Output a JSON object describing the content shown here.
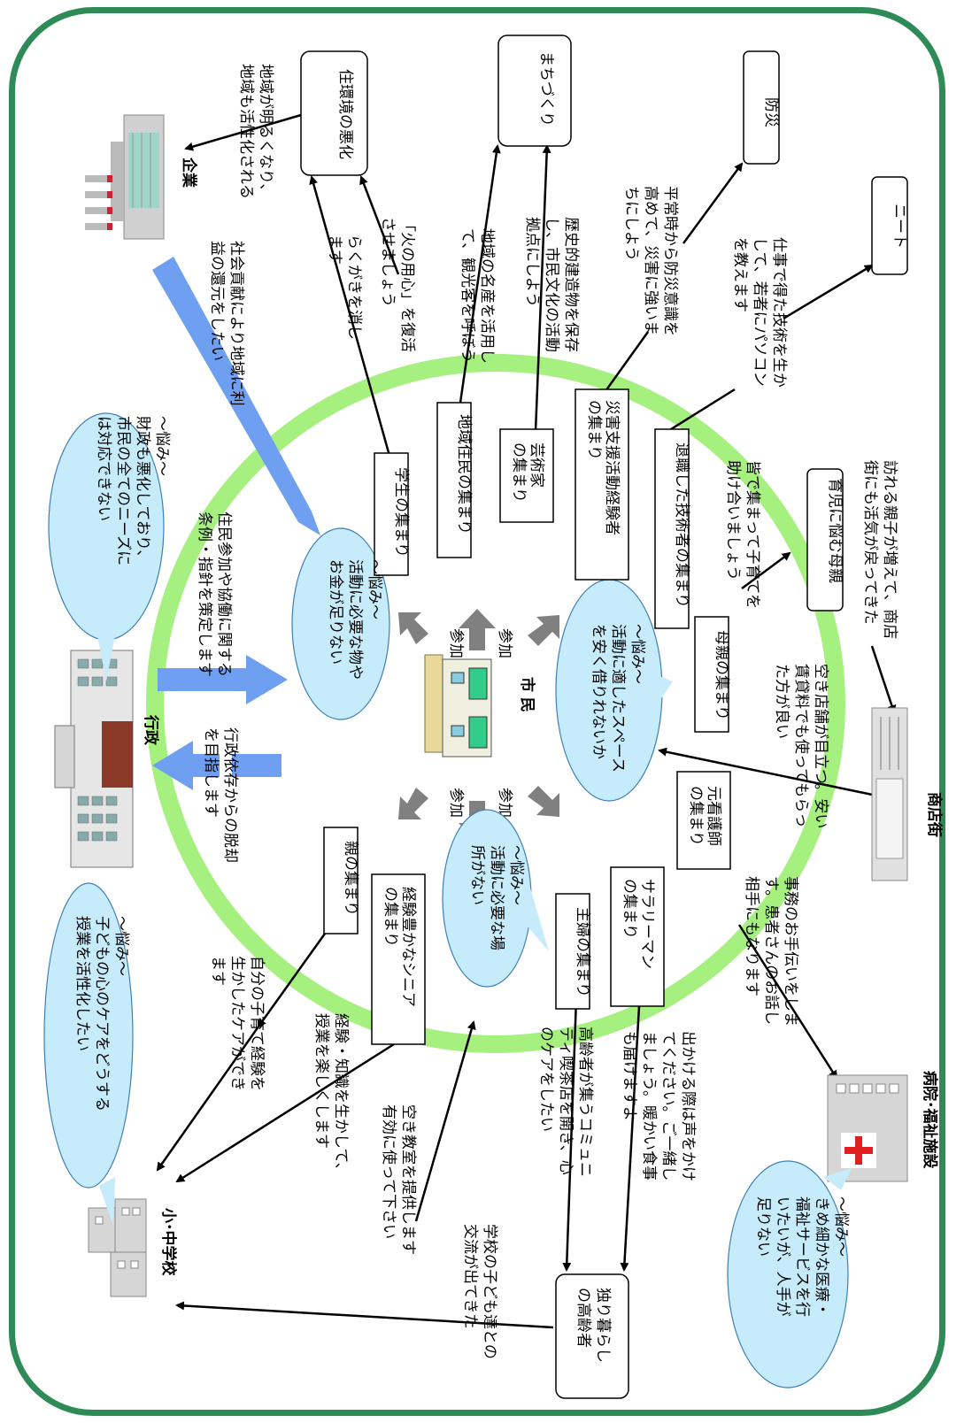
{
  "center": {
    "label": "市 民",
    "arrows": [
      "参加",
      "参加",
      "参加",
      "参加"
    ]
  },
  "actors": {
    "gyosei": "行政",
    "kigyo": "企業",
    "school": "小･中学校",
    "hospital": "病院･福祉施設",
    "shoten": "商店街"
  },
  "worries": {
    "gyosei": [
      "～悩み～",
      "財政も悪化しており、",
      "市民の全てのニーズに",
      "は対応できない"
    ],
    "school": [
      "～悩み～",
      "子どもの心のケアをどうする",
      "授業を活性化したい"
    ],
    "hospital": [
      "～悩み～",
      "きめ細かな医療・",
      "福祉サービスを行",
      "いたいが、人手が",
      "足りない"
    ],
    "money": [
      "～悩み～",
      "活動に必要な物や",
      "お金が足りない"
    ],
    "space": [
      "～悩み～",
      "活動に適したスペース",
      "を安く借りれないか"
    ],
    "place": [
      "～悩み～",
      "活動に必要な場",
      "所がない"
    ]
  },
  "groups": {
    "gakusei": "学生の集まり",
    "chiiki": "地域住民の集まり",
    "geijutsuka": [
      "芸術家",
      "の集まり"
    ],
    "saigai": [
      "災害支援活動経験者",
      "の集まり"
    ],
    "taishoku": "退職した技術者の集まり",
    "hahaoya": "母親の集まり",
    "kangoshi": [
      "元看護師",
      "の集まり"
    ],
    "salaryman": [
      "サラリーマン",
      "の集まり"
    ],
    "shufu": "主婦の集まり",
    "senior": [
      "経験豊かなシニア",
      "の集まり"
    ],
    "oya": "親の集まり"
  },
  "issues": {
    "jukankyo": "住環境の悪化",
    "machizukuri": "まちづくり",
    "bosai": "防災",
    "neet": "ニート",
    "ikuji": "育児に悩む母親",
    "hitorigurashi": [
      "独り暮らし",
      "の高齢者"
    ]
  },
  "notes": {
    "kigyo_relief": [
      "地域が明るくなり、",
      "地域も活性化される"
    ],
    "shakai_koken": [
      "社会貢献により地域に利",
      "益の還元をしたい"
    ],
    "jorei": [
      "住民参加や協働に関する",
      "条例・指針を策定します"
    ],
    "datsukyaku": [
      "行政依存からの脱却",
      "を目指します"
    ],
    "rakugaki": [
      "らくがきを消し",
      "ます"
    ],
    "hinoyoujin": [
      "「火の用心」を復活",
      "させましょう"
    ],
    "meisho": [
      "地域の名産を活用し",
      "て、観光客を呼ぼう"
    ],
    "rekishi": [
      "歴史的建造物を保存",
      "し、市民文化の活動",
      "拠点にしよう"
    ],
    "bosai_ishiki": [
      "平常時から防災意識を",
      "高めて、災害に強いま",
      "ちにしよう"
    ],
    "gijutsu": [
      "仕事で得た技術を生か",
      "して、若者にパソコン",
      "を教えます"
    ],
    "kosodate": [
      "皆で集まって子育てを",
      "助け合いましょう"
    ],
    "oyako": [
      "訪れる親子が増えて、商店",
      "街にも活気が戻ってきた"
    ],
    "akitenpo": [
      "空き店舗が目立つ。安い",
      "賃貸料でも使ってもらっ",
      "た方が良い"
    ],
    "jimu": [
      "事務のお手伝いをしま",
      "す。患者さんのお話し",
      "相手にもなります"
    ],
    "dekakeru": [
      "出かける際は声をかけ",
      "てください。ご一緒し",
      "ましょう。暖かい食事",
      "も届けますよ"
    ],
    "kissaten": [
      "高齢者が集うコミュニ",
      "ティ喫茶店を開き、心",
      "のケアをしたい"
    ],
    "akikyoshitsu": [
      "空き教室を提供します",
      "有効に使って下さい"
    ],
    "kodomo": [
      "学校の子ども達との",
      "交流が出てきた"
    ],
    "keiken": [
      "経験・知識を生かして、",
      "授業を楽しくします"
    ],
    "jibun": [
      "自分の子育て経験を",
      "生かしたケアができ",
      "ます"
    ]
  }
}
